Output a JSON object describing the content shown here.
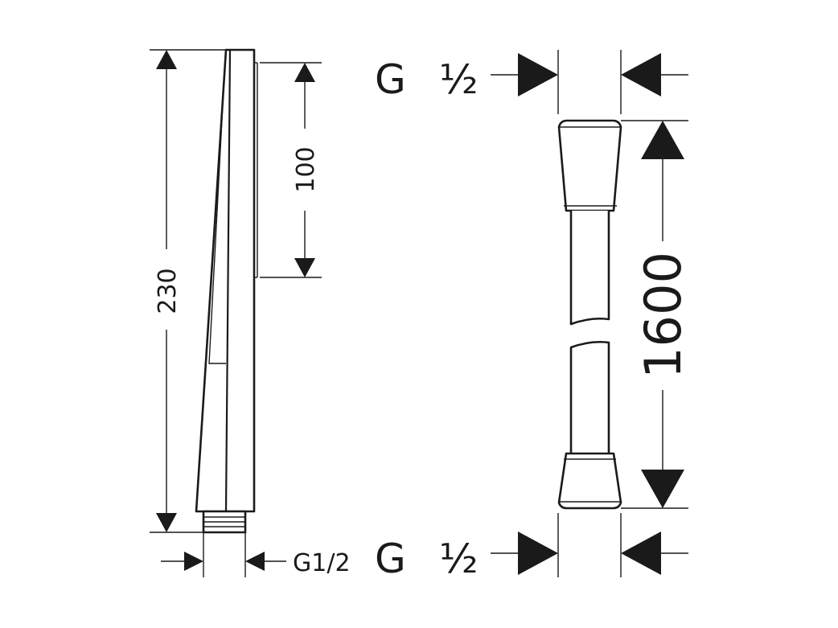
{
  "hand_shower": {
    "total_length": "230",
    "spray_face_length": "100",
    "connection_thread": "G1/2"
  },
  "hose": {
    "length": "1600",
    "top_thread_letter": "G",
    "top_thread_size": "½",
    "bottom_thread_letter": "G",
    "bottom_thread_size": "½"
  },
  "colors": {
    "line": "#1a1a1a",
    "background": "#ffffff"
  }
}
